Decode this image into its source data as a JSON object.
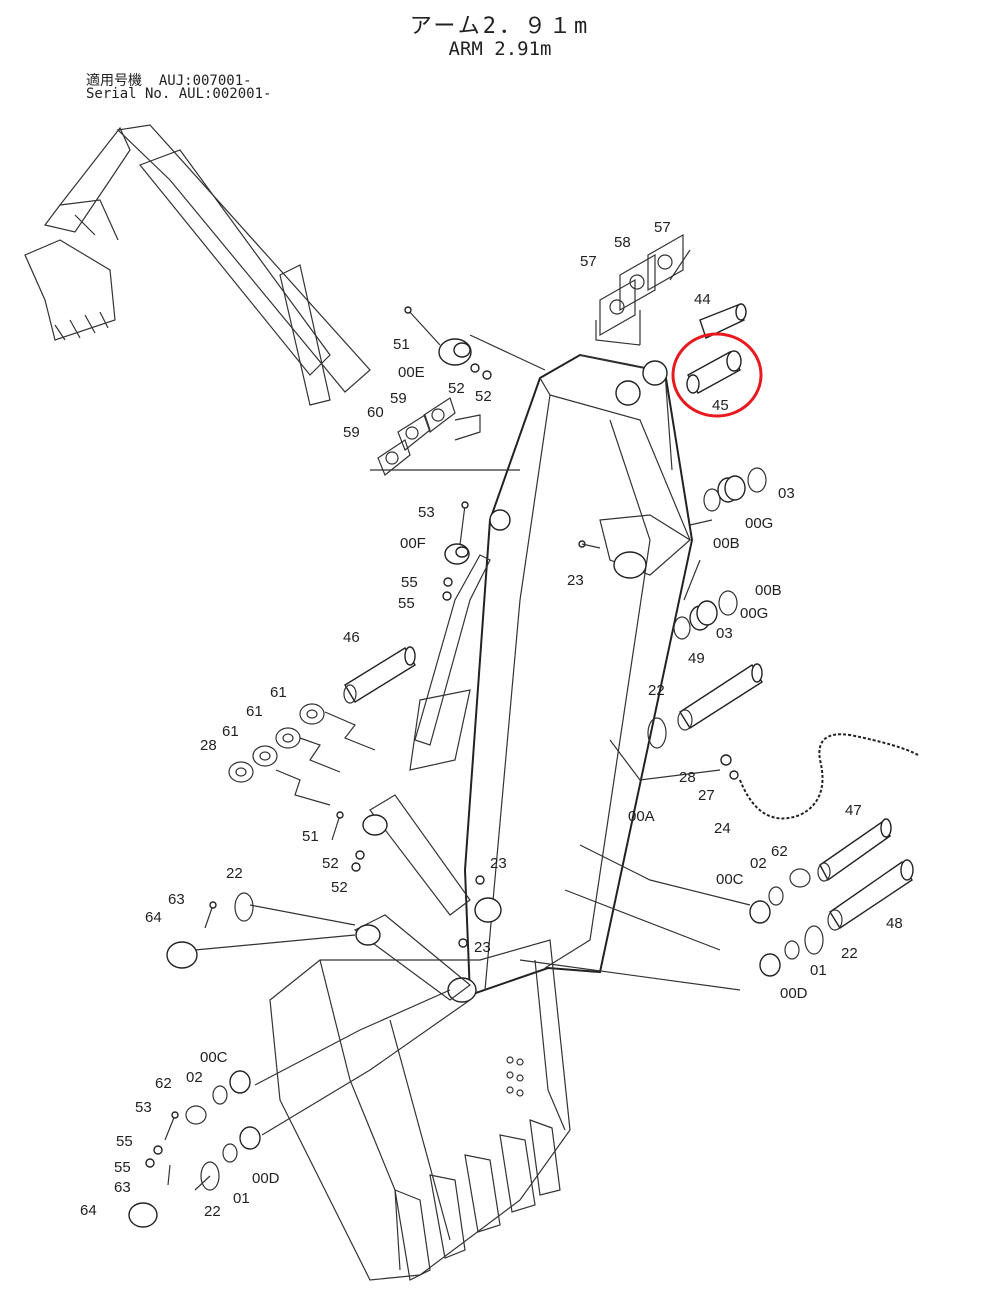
{
  "header": {
    "title_jp": "アーム2．９１m",
    "title_en": "ARM 2.91m",
    "serial_line1": "適用号機  AUJ:007001-",
    "serial_line2": "Serial No. AUL:002001-"
  },
  "parts": [
    {
      "ref": "57"
    },
    {
      "ref": "58"
    },
    {
      "ref": "57"
    },
    {
      "ref": "44"
    },
    {
      "ref": "45"
    },
    {
      "ref": "51"
    },
    {
      "ref": "00E"
    },
    {
      "ref": "52"
    },
    {
      "ref": "52"
    },
    {
      "ref": "59"
    },
    {
      "ref": "60"
    },
    {
      "ref": "59"
    },
    {
      "ref": "03"
    },
    {
      "ref": "00G"
    },
    {
      "ref": "00B"
    },
    {
      "ref": "53"
    },
    {
      "ref": "00F"
    },
    {
      "ref": "55"
    },
    {
      "ref": "55"
    },
    {
      "ref": "23"
    },
    {
      "ref": "00B"
    },
    {
      "ref": "00G"
    },
    {
      "ref": "03"
    },
    {
      "ref": "46"
    },
    {
      "ref": "49"
    },
    {
      "ref": "22"
    },
    {
      "ref": "61"
    },
    {
      "ref": "61"
    },
    {
      "ref": "61"
    },
    {
      "ref": "28"
    },
    {
      "ref": "27"
    },
    {
      "ref": "24"
    },
    {
      "ref": "00A"
    },
    {
      "ref": "51"
    },
    {
      "ref": "52"
    },
    {
      "ref": "52"
    },
    {
      "ref": "23"
    },
    {
      "ref": "47"
    },
    {
      "ref": "62"
    },
    {
      "ref": "00C"
    },
    {
      "ref": "02"
    },
    {
      "ref": "22"
    },
    {
      "ref": "63"
    },
    {
      "ref": "64"
    },
    {
      "ref": "48"
    },
    {
      "ref": "23"
    },
    {
      "ref": "01"
    },
    {
      "ref": "00D"
    },
    {
      "ref": "00C"
    },
    {
      "ref": "62"
    },
    {
      "ref": "02"
    },
    {
      "ref": "53"
    },
    {
      "ref": "55"
    },
    {
      "ref": "55"
    },
    {
      "ref": "63"
    },
    {
      "ref": "01"
    },
    {
      "ref": "00D"
    },
    {
      "ref": "22"
    },
    {
      "ref": "64"
    }
  ],
  "highlight": {
    "ref": "45",
    "color": "#e8191f"
  }
}
